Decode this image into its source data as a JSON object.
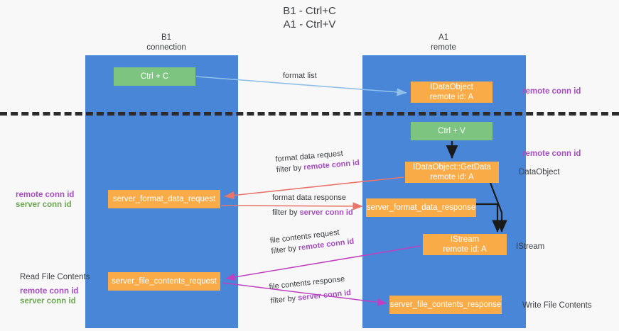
{
  "title": {
    "line1": "B1 - Ctrl+C",
    "line2": "A1 - Ctrl+V"
  },
  "lanes": [
    {
      "id": "b1",
      "name": "B1",
      "role": "connection",
      "color": "#4a86d8"
    },
    {
      "id": "a1",
      "name": "A1",
      "role": "remote",
      "color": "#4a86d8"
    }
  ],
  "nodes": {
    "ctrl_c": "Ctrl + C",
    "idataobject": "IDataObject\nremote id: A",
    "idataobject_line1": "IDataObject",
    "idataobject_line2": "remote id: A",
    "ctrl_v": "Ctrl + V",
    "getdata_line1": "IDataObject::GetData",
    "getdata_line2": "remote id: A",
    "server_format_data_request": "server_format_data_request",
    "server_format_data_response": "server_format_data_response",
    "istream_line1": "IStream",
    "istream_line2": "remote id: A",
    "server_file_contents_request": "server_file_contents_request",
    "server_file_contents_response": "server_file_contents_response"
  },
  "edges": {
    "format_list": "format list",
    "format_data_request": "format data request",
    "format_data_request_filter_prefix": "filter by ",
    "format_data_request_filter_key": "remote conn id",
    "format_data_response": "format data response",
    "format_data_response_filter_prefix": "filter by ",
    "format_data_response_filter_key": "server conn id",
    "file_contents_request": "file contents request",
    "file_contents_request_filter_prefix": "filter by ",
    "file_contents_request_filter_key": "remote conn id",
    "file_contents_response": "file contents response",
    "file_contents_response_filter_prefix": "filter by ",
    "file_contents_response_filter_key": "server conn id"
  },
  "annotations": {
    "remote_conn_id_top": "remote conn id",
    "remote_conn_id_mid": "remote conn id",
    "dataobject": "DataObject",
    "istream": "IStream",
    "write_file_contents": "Write File Contents",
    "read_file_contents": "Read File Contents",
    "left_remote_conn_id": "remote conn id",
    "left_server_conn_id": "server conn id",
    "left_read_remote_conn_id": "remote conn id",
    "left_read_server_conn_id": "server conn id"
  },
  "colors": {
    "lane": "#4a86d8",
    "green_node": "#7cc47f",
    "orange_node": "#f9ab48",
    "remote_key": "#a64ec0",
    "server_key": "#6aa84f",
    "arrow_light_blue": "#a8cdf0",
    "arrow_red": "#e8766a",
    "arrow_magenta": "#c040c0",
    "arrow_black": "#1a1a1a",
    "divider": "#2b2b2b",
    "background": "#f8f8f8"
  }
}
